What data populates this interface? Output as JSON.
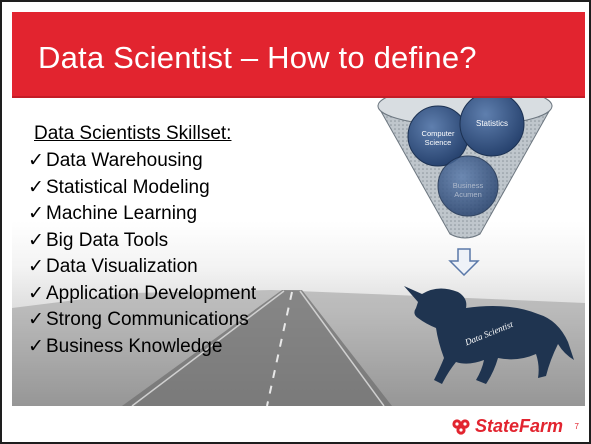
{
  "slide": {
    "title": "Data Scientist – How to define?",
    "skills_heading": "Data Scientists Skillset:",
    "check_mark": "✓",
    "skills": [
      "Data Warehousing",
      "Statistical Modeling",
      "Machine Learning",
      "Big Data Tools",
      "Data Visualization",
      "Application Development",
      "Strong Communications",
      "Business Knowledge"
    ],
    "funnel": {
      "circles": [
        "Computer Science",
        "Statistics",
        "Business Acumen"
      ],
      "circle_lines": {
        "computer": [
          "Computer",
          "Science"
        ],
        "statistics": [
          "Statistics"
        ],
        "business": [
          "Business",
          "Acumen"
        ]
      }
    },
    "unicorn_label": "Data Scientist",
    "logo_text": "StateFarm",
    "page_number": "7"
  },
  "colors": {
    "title_bar": "#e2242f",
    "logo": "#e2242f",
    "funnel_circle": "#3e5d8c"
  },
  "icons": [
    "check-icon",
    "down-arrow-icon",
    "unicorn-icon",
    "state-farm-logo-icon"
  ]
}
